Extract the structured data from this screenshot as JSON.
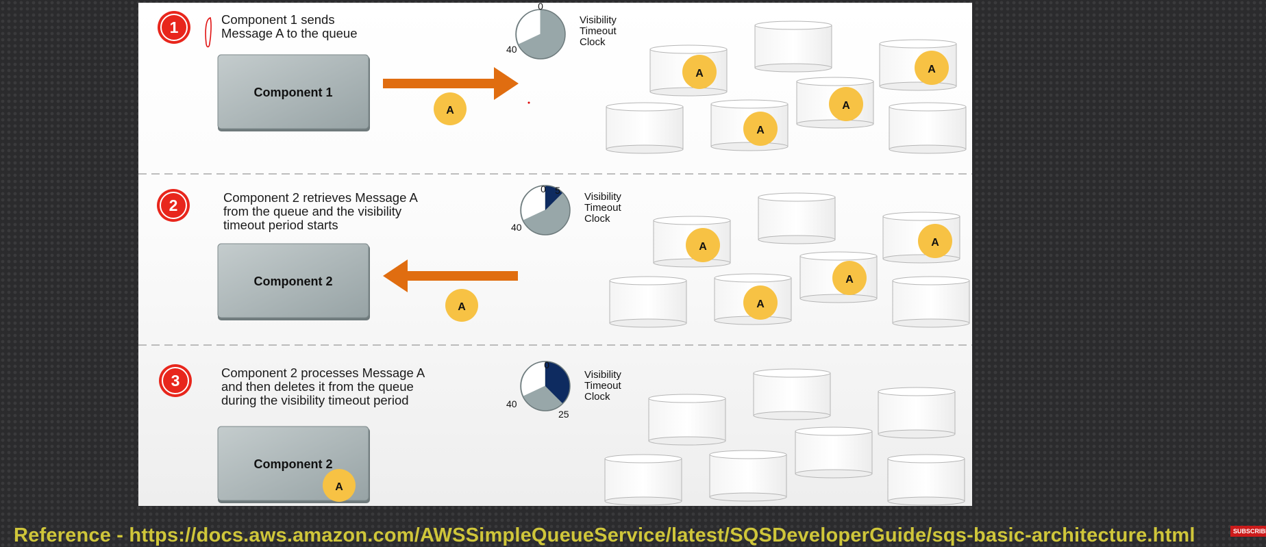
{
  "steps": [
    {
      "number": "1",
      "description": [
        "Component 1 sends",
        "Message A to the queue"
      ],
      "component": "Component 1",
      "clock": {
        "label": [
          "Visibility",
          "Timeout",
          "Clock"
        ],
        "tick_top": "0",
        "tick_left": "40",
        "tick_right": "",
        "elapsed_fraction": 0
      },
      "message": "A",
      "arrow": "right",
      "queue_messages": [
        "A",
        "A",
        "A",
        "A"
      ]
    },
    {
      "number": "2",
      "description": [
        "Component 2 retrieves Message A",
        "from the queue and the visibility",
        "timeout period starts"
      ],
      "component": "Component 2",
      "clock": {
        "label": [
          "Visibility",
          "Timeout",
          "Clock"
        ],
        "tick_top": "0",
        "tick_top_right": "5",
        "tick_left": "40",
        "elapsed_fraction": 0.125
      },
      "message": "A",
      "arrow": "left",
      "queue_messages": [
        "A",
        "A",
        "A",
        "A"
      ]
    },
    {
      "number": "3",
      "description": [
        "Component 2 processes Message A",
        "and then deletes it from the queue",
        "during the visibility timeout period"
      ],
      "component": "Component 2",
      "clock": {
        "label": [
          "Visibility",
          "Timeout",
          "Clock"
        ],
        "tick_top": "0",
        "tick_left": "40",
        "tick_bottom_right": "25",
        "elapsed_fraction": 0.375
      },
      "message": "A",
      "arrow": "none",
      "queue_messages": []
    }
  ],
  "colors": {
    "step_badge": "#e8261c",
    "arrow": "#e06d10",
    "message": "#f7c244",
    "clock_face": "#98a7a9",
    "clock_elapsed": "#0e2b60",
    "component": "#a9b4b6",
    "reference_text": "#cfc63a"
  },
  "reference": "Reference - https://docs.aws.amazon.com/AWSSimpleQueueService/latest/SQSDeveloperGuide/sqs-basic-architecture.html",
  "subscribe_badge": "SUBSCRIBE"
}
